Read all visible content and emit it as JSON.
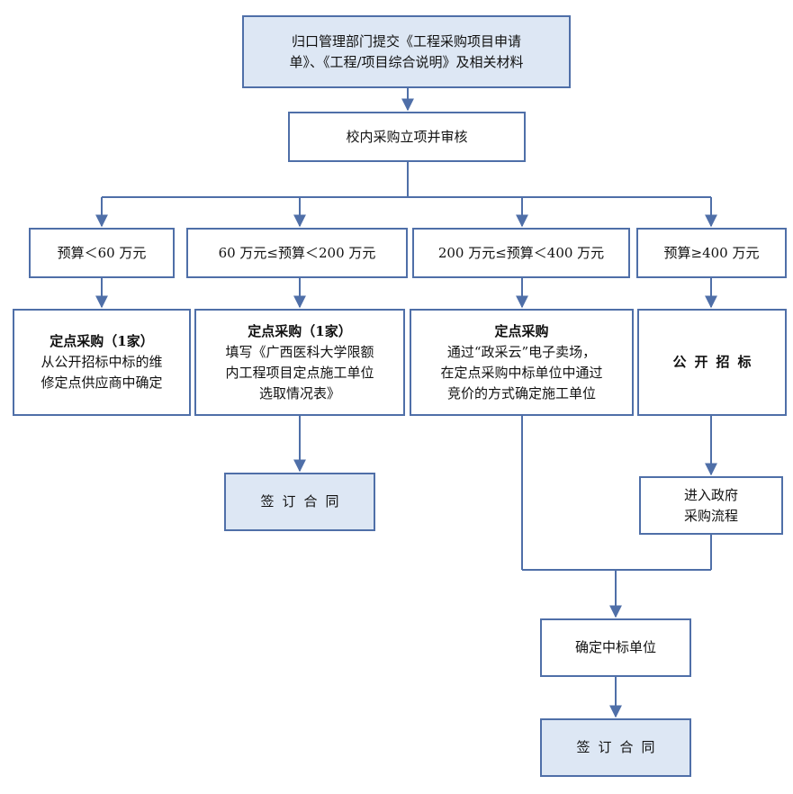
{
  "nodes": {
    "submit": {
      "lines": [
        "归口管理部门提交《工程采购项目申请",
        "单》、《工程/项目综合说明》及相关材料"
      ]
    },
    "approve": {
      "lines": [
        "校内采购立项并审核"
      ]
    },
    "range1": {
      "lines": [
        "预算＜60 万元"
      ]
    },
    "range2": {
      "lines": [
        "60 万元≤预算＜200 万元"
      ]
    },
    "range3": {
      "lines": [
        "200 万元≤预算＜400 万元"
      ]
    },
    "range4": {
      "lines": [
        "预算≥400 万元"
      ]
    },
    "method1": {
      "title": "定点采购（1家）",
      "lines": [
        "从公开招标中标的维",
        "修定点供应商中确定"
      ]
    },
    "method2": {
      "title": "定点采购（1家）",
      "lines": [
        "填写《广西医科大学限额",
        "内工程项目定点施工单位",
        "选取情况表》"
      ]
    },
    "method3": {
      "title": "定点采购",
      "lines": [
        "通过“政采云”电子卖场，",
        "在定点采购中标单位中通过",
        "竞价的方式确定施工单位"
      ]
    },
    "method4": {
      "title": "公开招标"
    },
    "sign1": {
      "lines": [
        "签订合同"
      ]
    },
    "gov": {
      "lines": [
        "进入政府",
        "采购流程"
      ]
    },
    "winner": {
      "lines": [
        "确定中标单位"
      ]
    },
    "sign2": {
      "lines": [
        "签订合同"
      ]
    }
  },
  "colors": {
    "border": "#4f6fa8",
    "fill": "#dde7f4",
    "line": "#4f6fa8"
  }
}
